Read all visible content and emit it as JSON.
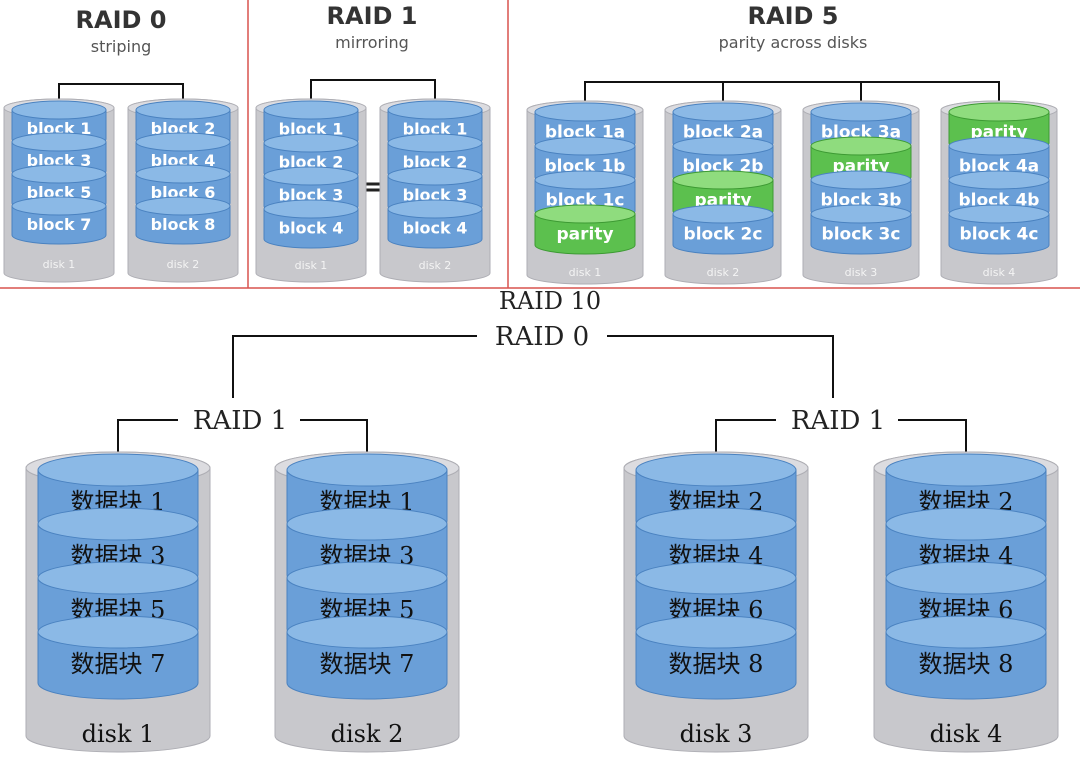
{
  "raid0": {
    "title": "RAID 0",
    "subtitle": "striping",
    "disks": [
      {
        "label": "disk 1",
        "segments": [
          "block 1",
          "block 3",
          "block 5",
          "block 7"
        ],
        "parity_index": -1
      },
      {
        "label": "disk 2",
        "segments": [
          "block 2",
          "block 4",
          "block 6",
          "block 8"
        ],
        "parity_index": -1
      }
    ]
  },
  "raid1": {
    "title": "RAID 1",
    "subtitle": "mirroring",
    "equals": "=",
    "disks": [
      {
        "label": "disk 1",
        "segments": [
          "block 1",
          "block 2",
          "block 3",
          "block 4"
        ],
        "parity_index": -1
      },
      {
        "label": "disk 2",
        "segments": [
          "block 1",
          "block 2",
          "block 3",
          "block 4"
        ],
        "parity_index": -1
      }
    ]
  },
  "raid5": {
    "title": "RAID 5",
    "subtitle": "parity across disks",
    "disks": [
      {
        "label": "disk 1",
        "segments": [
          "block 1a",
          "block 1b",
          "block 1c",
          "parity"
        ],
        "parity_index": 3
      },
      {
        "label": "disk 2",
        "segments": [
          "block 2a",
          "block 2b",
          "parity",
          "block 2c"
        ],
        "parity_index": 2
      },
      {
        "label": "disk 3",
        "segments": [
          "block 3a",
          "parity",
          "block 3b",
          "block 3c"
        ],
        "parity_index": 1
      },
      {
        "label": "disk 4",
        "segments": [
          "parity",
          "block 4a",
          "block 4b",
          "block 4c"
        ],
        "parity_index": 0
      }
    ]
  },
  "raid10": {
    "title": "RAID 10",
    "stripe_label": "RAID 0",
    "mirror_labels": [
      "RAID 1",
      "RAID 1"
    ],
    "disks": [
      {
        "label": "disk 1",
        "segments": [
          "数据块 1",
          "数据块 3",
          "数据块 5",
          "数据块 7"
        ],
        "parity_index": -1
      },
      {
        "label": "disk 2",
        "segments": [
          "数据块 1",
          "数据块 3",
          "数据块 5",
          "数据块 7"
        ],
        "parity_index": -1
      },
      {
        "label": "disk 3",
        "segments": [
          "数据块 2",
          "数据块 4",
          "数据块 6",
          "数据块 8"
        ],
        "parity_index": -1
      },
      {
        "label": "disk 4",
        "segments": [
          "数据块 2",
          "数据块 4",
          "数据块 6",
          "数据块 8"
        ],
        "parity_index": -1
      }
    ]
  },
  "colors": {
    "block_fill": "#6a9fd8",
    "block_top": "#8bb9e6",
    "block_edge": "#4a82c0",
    "parity_fill": "#5cc04e",
    "parity_top": "#8fdc7e",
    "parity_edge": "#3d9a33",
    "casing": "#c8c8cc",
    "casing_dark": "#aeaeb4",
    "divider": "#d9534f",
    "line": "#111111"
  }
}
